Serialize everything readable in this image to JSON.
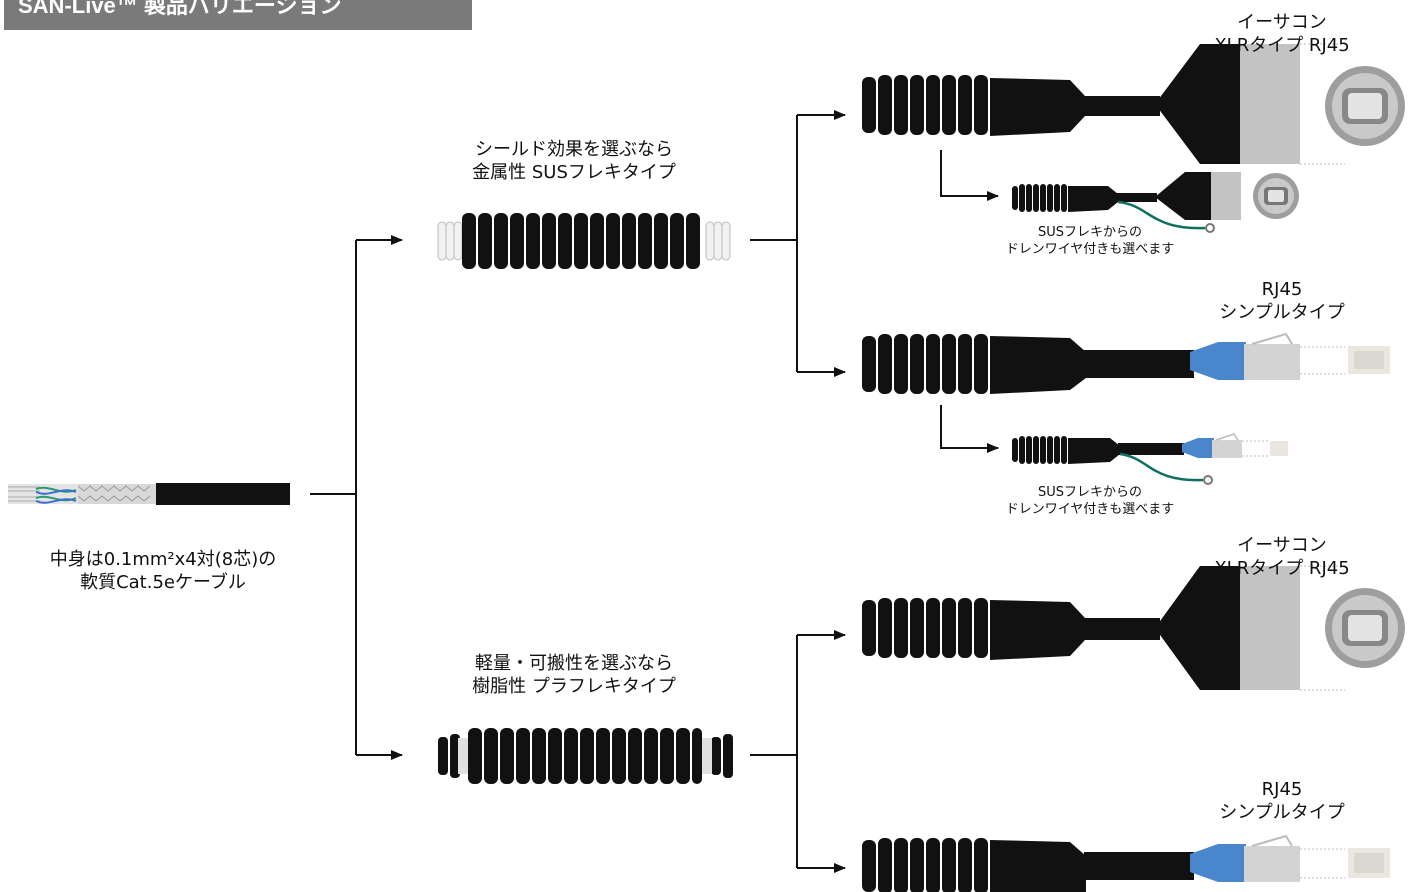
{
  "header": {
    "title": "SAN-Live™ 製品バリエーション"
  },
  "cable": {
    "line1": "中身は0.1mm²x4対(8芯)の",
    "line2": "軟質Cat.5eケーブル"
  },
  "branch_metal": {
    "line1": "シールド効果を選ぶなら",
    "line2": "金属性 SUSフレキタイプ"
  },
  "branch_plastic": {
    "line1": "軽量・可搬性を選ぶなら",
    "line2": "樹脂性 プラフレキタイプ"
  },
  "products": {
    "xlr_top": {
      "line1": "イーサコン",
      "line2": "XLRタイプ RJ45"
    },
    "simple_top": {
      "line1": "RJ45",
      "line2": "シンプルタイプ"
    },
    "xlr_bottom": {
      "line1": "イーサコン",
      "line2": "XLRタイプ RJ45"
    },
    "simple_bottom": {
      "line1": "RJ45",
      "line2": "シンプルタイプ"
    }
  },
  "drain_notes": {
    "xlr": {
      "line1": "SUSフレキからの",
      "line2": "ドレンワイヤ付きも選べます"
    },
    "simple": {
      "line1": "SUSフレキからの",
      "line2": "ドレンワイヤ付きも選べます"
    }
  },
  "colors": {
    "black": "#111111",
    "grey_banner": "#7a7a7a",
    "rj45_blue": "#4a86cc",
    "drain_green": "#0f7060",
    "connector_grey": "#c3c3c3"
  }
}
